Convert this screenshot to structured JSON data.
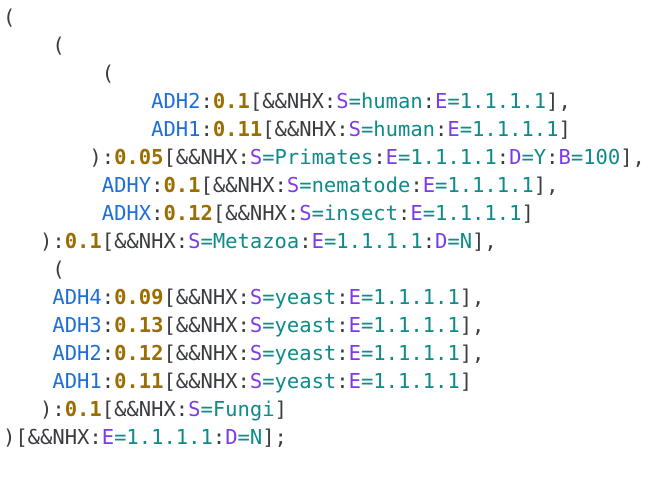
{
  "page": {
    "background": "#ffffff",
    "content_type": "nhx-phylogenetic-tree-code"
  },
  "colors": {
    "punctuation": "#3a3c41",
    "node_name": "#1d6fd8",
    "branch_length": "#9c6d00",
    "attribute_key": "#7c3ae8",
    "attribute_value": "#0f8b89"
  },
  "code": {
    "lines": [
      [
        {
          "t": "(",
          "c": "p"
        }
      ],
      [
        {
          "t": "    (",
          "c": "p"
        }
      ],
      [
        {
          "t": "        (",
          "c": "p"
        }
      ],
      [
        {
          "t": "            ",
          "c": "p"
        },
        {
          "t": "ADH2",
          "c": "n"
        },
        {
          "t": ":",
          "c": "p"
        },
        {
          "t": "0.1",
          "c": "b"
        },
        {
          "t": "[&&NHX:",
          "c": "p"
        },
        {
          "t": "S",
          "c": "k"
        },
        {
          "t": "=human",
          "c": "v"
        },
        {
          "t": ":",
          "c": "p"
        },
        {
          "t": "E",
          "c": "k"
        },
        {
          "t": "=1.1.1.1",
          "c": "v"
        },
        {
          "t": "],",
          "c": "p"
        }
      ],
      [
        {
          "t": "            ",
          "c": "p"
        },
        {
          "t": "ADH1",
          "c": "n"
        },
        {
          "t": ":",
          "c": "p"
        },
        {
          "t": "0.11",
          "c": "b"
        },
        {
          "t": "[&&NHX:",
          "c": "p"
        },
        {
          "t": "S",
          "c": "k"
        },
        {
          "t": "=human",
          "c": "v"
        },
        {
          "t": ":",
          "c": "p"
        },
        {
          "t": "E",
          "c": "k"
        },
        {
          "t": "=1.1.1.1",
          "c": "v"
        },
        {
          "t": "]",
          "c": "p"
        }
      ],
      [
        {
          "t": "       ):",
          "c": "p"
        },
        {
          "t": "0.05",
          "c": "b"
        },
        {
          "t": "[&&NHX:",
          "c": "p"
        },
        {
          "t": "S",
          "c": "k"
        },
        {
          "t": "=Primates",
          "c": "v"
        },
        {
          "t": ":",
          "c": "p"
        },
        {
          "t": "E",
          "c": "k"
        },
        {
          "t": "=1.1.1.1",
          "c": "v"
        },
        {
          "t": ":",
          "c": "p"
        },
        {
          "t": "D",
          "c": "k"
        },
        {
          "t": "=Y",
          "c": "v"
        },
        {
          "t": ":",
          "c": "p"
        },
        {
          "t": "B",
          "c": "k"
        },
        {
          "t": "=100",
          "c": "v"
        },
        {
          "t": "],",
          "c": "p"
        }
      ],
      [
        {
          "t": "        ",
          "c": "p"
        },
        {
          "t": "ADHY",
          "c": "n"
        },
        {
          "t": ":",
          "c": "p"
        },
        {
          "t": "0.1",
          "c": "b"
        },
        {
          "t": "[&&NHX:",
          "c": "p"
        },
        {
          "t": "S",
          "c": "k"
        },
        {
          "t": "=nematode",
          "c": "v"
        },
        {
          "t": ":",
          "c": "p"
        },
        {
          "t": "E",
          "c": "k"
        },
        {
          "t": "=1.1.1.1",
          "c": "v"
        },
        {
          "t": "],",
          "c": "p"
        }
      ],
      [
        {
          "t": "        ",
          "c": "p"
        },
        {
          "t": "ADHX",
          "c": "n"
        },
        {
          "t": ":",
          "c": "p"
        },
        {
          "t": "0.12",
          "c": "b"
        },
        {
          "t": "[&&NHX:",
          "c": "p"
        },
        {
          "t": "S",
          "c": "k"
        },
        {
          "t": "=insect",
          "c": "v"
        },
        {
          "t": ":",
          "c": "p"
        },
        {
          "t": "E",
          "c": "k"
        },
        {
          "t": "=1.1.1.1",
          "c": "v"
        },
        {
          "t": "]",
          "c": "p"
        }
      ],
      [
        {
          "t": "   ):",
          "c": "p"
        },
        {
          "t": "0.1",
          "c": "b"
        },
        {
          "t": "[&&NHX:",
          "c": "p"
        },
        {
          "t": "S",
          "c": "k"
        },
        {
          "t": "=Metazoa",
          "c": "v"
        },
        {
          "t": ":",
          "c": "p"
        },
        {
          "t": "E",
          "c": "k"
        },
        {
          "t": "=1.1.1.1",
          "c": "v"
        },
        {
          "t": ":",
          "c": "p"
        },
        {
          "t": "D",
          "c": "k"
        },
        {
          "t": "=N",
          "c": "v"
        },
        {
          "t": "],",
          "c": "p"
        }
      ],
      [
        {
          "t": "    (",
          "c": "p"
        }
      ],
      [
        {
          "t": "    ",
          "c": "p"
        },
        {
          "t": "ADH4",
          "c": "n"
        },
        {
          "t": ":",
          "c": "p"
        },
        {
          "t": "0.09",
          "c": "b"
        },
        {
          "t": "[&&NHX:",
          "c": "p"
        },
        {
          "t": "S",
          "c": "k"
        },
        {
          "t": "=yeast",
          "c": "v"
        },
        {
          "t": ":",
          "c": "p"
        },
        {
          "t": "E",
          "c": "k"
        },
        {
          "t": "=1.1.1.1",
          "c": "v"
        },
        {
          "t": "],",
          "c": "p"
        }
      ],
      [
        {
          "t": "    ",
          "c": "p"
        },
        {
          "t": "ADH3",
          "c": "n"
        },
        {
          "t": ":",
          "c": "p"
        },
        {
          "t": "0.13",
          "c": "b"
        },
        {
          "t": "[&&NHX:",
          "c": "p"
        },
        {
          "t": "S",
          "c": "k"
        },
        {
          "t": "=yeast",
          "c": "v"
        },
        {
          "t": ":",
          "c": "p"
        },
        {
          "t": "E",
          "c": "k"
        },
        {
          "t": "=1.1.1.1",
          "c": "v"
        },
        {
          "t": "],",
          "c": "p"
        }
      ],
      [
        {
          "t": "    ",
          "c": "p"
        },
        {
          "t": "ADH2",
          "c": "n"
        },
        {
          "t": ":",
          "c": "p"
        },
        {
          "t": "0.12",
          "c": "b"
        },
        {
          "t": "[&&NHX:",
          "c": "p"
        },
        {
          "t": "S",
          "c": "k"
        },
        {
          "t": "=yeast",
          "c": "v"
        },
        {
          "t": ":",
          "c": "p"
        },
        {
          "t": "E",
          "c": "k"
        },
        {
          "t": "=1.1.1.1",
          "c": "v"
        },
        {
          "t": "],",
          "c": "p"
        }
      ],
      [
        {
          "t": "    ",
          "c": "p"
        },
        {
          "t": "ADH1",
          "c": "n"
        },
        {
          "t": ":",
          "c": "p"
        },
        {
          "t": "0.11",
          "c": "b"
        },
        {
          "t": "[&&NHX:",
          "c": "p"
        },
        {
          "t": "S",
          "c": "k"
        },
        {
          "t": "=yeast",
          "c": "v"
        },
        {
          "t": ":",
          "c": "p"
        },
        {
          "t": "E",
          "c": "k"
        },
        {
          "t": "=1.1.1.1",
          "c": "v"
        },
        {
          "t": "]",
          "c": "p"
        }
      ],
      [
        {
          "t": "   ):",
          "c": "p"
        },
        {
          "t": "0.1",
          "c": "b"
        },
        {
          "t": "[&&NHX:",
          "c": "p"
        },
        {
          "t": "S",
          "c": "k"
        },
        {
          "t": "=Fungi",
          "c": "v"
        },
        {
          "t": "]",
          "c": "p"
        }
      ],
      [
        {
          "t": ")[&&NHX:",
          "c": "p"
        },
        {
          "t": "E",
          "c": "k"
        },
        {
          "t": "=1.1.1.1",
          "c": "v"
        },
        {
          "t": ":",
          "c": "p"
        },
        {
          "t": "D",
          "c": "k"
        },
        {
          "t": "=N",
          "c": "v"
        },
        {
          "t": "];",
          "c": "p"
        }
      ]
    ]
  }
}
